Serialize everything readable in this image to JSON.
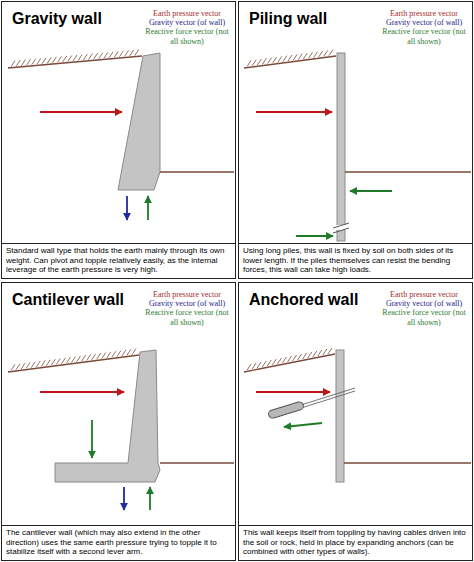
{
  "diagram": {
    "nodes": [
      {
        "text": [
          "Gravity wall"
        ]
      },
      {
        "text": [
          "Standard wall type that holds the earth mainly through its own weight. Can pivot and topple relatively easily, as the internal leverage of the earth pressure is very high."
        ],
        "in": 0
      },
      {
        "text": [
          "Piling wall"
        ]
      },
      {
        "text": [
          "Using long piles, this wall is fixed by soil on both sides of its lower length. If the piles themselves can resist the bending forces, this wall can take high loads."
        ],
        "in": 2
      },
      {
        "text": [
          "Cantilever wall"
        ]
      },
      {
        "text": [
          "The cantilever wall (which may also extend in the other direction) uses the same earth pressure trying to topple it to stabilize itself with a second lever arm."
        ],
        "in": 4
      },
      {
        "text": [
          "Anchored wall"
        ]
      },
      {
        "text": [
          "This wall keeps itself from toppling by having cables driven into the soil or rock, held in place by expanding anchors (can be combined with other types of walls)."
        ],
        "in": 6
      }
    ],
    "legend": [
      {
        "text": "Earth pressure vector",
        "color": "#a52a2a"
      },
      {
        "text": "Gravity vector (of wall)",
        "color": "#1c1c8c"
      },
      {
        "text": "Reactive force vector (not all shown)",
        "color": "#2e7d32"
      },
      {
        "text": "Earth pressure vector",
        "color": "#a52a2a"
      },
      {
        "text": "Gravity vector (of wall)",
        "color": "#1c1c8c"
      },
      {
        "text": "Reactive force vector (not all shown)",
        "color": "#2e7d32"
      },
      {
        "text": "Earth pressure vector",
        "color": "#a52a2a"
      },
      {
        "text": "Gravity vector (of wall)",
        "color": "#1c1c8c"
      },
      {
        "text": "Reactive force vector (not all shown)",
        "color": "#2e7d32"
      },
      {
        "text": "Earth pressure vector",
        "color": "#a52a2a"
      },
      {
        "text": "Gravity vector (of wall)",
        "color": "#1c1c8c"
      },
      {
        "text": "Reactive force vector (not all shown)",
        "color": "#2e7d32"
      }
    ]
  }
}
